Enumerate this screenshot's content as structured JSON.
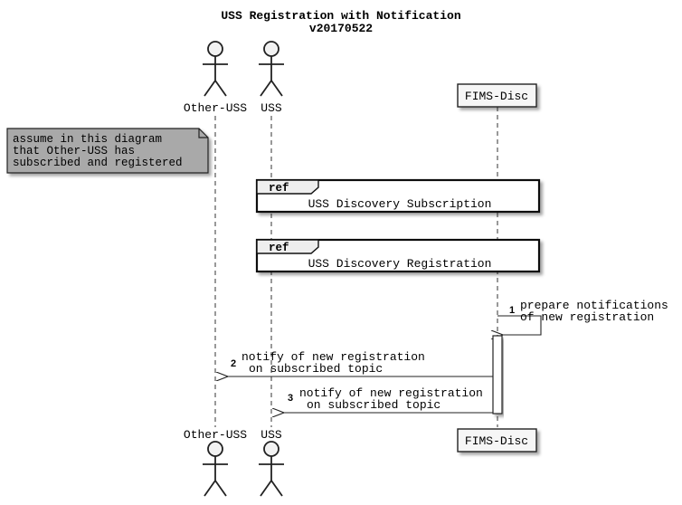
{
  "diagram": {
    "title_line1": "USS Registration with Notification",
    "title_line2": "v20170522",
    "participants": {
      "other_uss": "Other-USS",
      "uss": "USS",
      "fims_disc": "FIMS-Disc"
    },
    "note": {
      "line1": "assume in this diagram",
      "line2": "that Other-USS has",
      "line3": "subscribed and registered"
    },
    "refs": [
      {
        "tag": "ref",
        "label": "USS Discovery Subscription"
      },
      {
        "tag": "ref",
        "label": "USS Discovery Registration"
      }
    ],
    "messages": [
      {
        "number": "1",
        "line1": "prepare notifications",
        "line2": "of new registration"
      },
      {
        "number": "2",
        "line1": "notify of new registration",
        "line2": "on subscribed topic"
      },
      {
        "number": "3",
        "line1": "notify of new registration",
        "line2": "on subscribed topic"
      }
    ]
  }
}
